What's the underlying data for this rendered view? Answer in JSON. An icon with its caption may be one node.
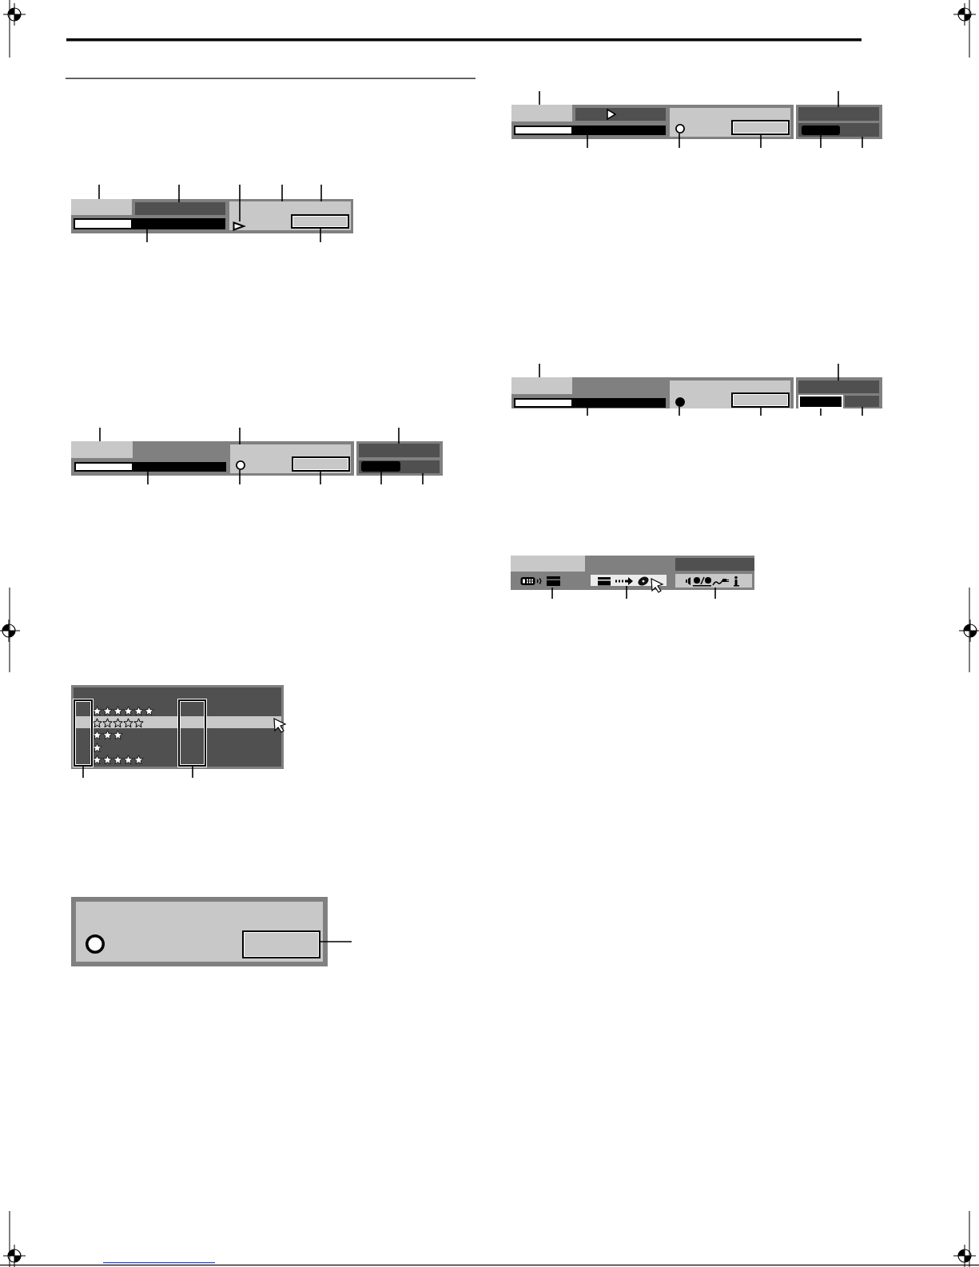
{
  "diagram": {
    "nodes": [
      {
        "text": [],
        "shape": "box"
      },
      {
        "text": [],
        "shape": "box",
        "in": 0
      },
      {
        "text": [],
        "shape": "box",
        "in": 0
      },
      {
        "text": [],
        "shape": "box",
        "in": 0
      },
      {
        "text": [],
        "shape": "triangle",
        "in": 3
      },
      {
        "text": [],
        "shape": "bar",
        "in": 0
      },
      {
        "text": [],
        "shape": "box",
        "in": 3
      },
      {
        "text": [],
        "shape": "box"
      },
      {
        "text": [],
        "shape": "box",
        "in": 7
      },
      {
        "text": [],
        "shape": "box",
        "in": 7
      },
      {
        "text": [],
        "shape": "circle",
        "in": 9
      },
      {
        "text": [],
        "shape": "bar",
        "in": 7
      },
      {
        "text": [],
        "shape": "box",
        "in": 9
      },
      {
        "text": [],
        "shape": "box"
      },
      {
        "text": [],
        "shape": "box",
        "in": 13
      },
      {
        "text": [],
        "shape": "box",
        "in": 13
      },
      {
        "text": [],
        "shape": "box",
        "in": 15
      },
      {
        "text": [],
        "shape": "box"
      },
      {
        "text": [],
        "shape": "box",
        "in": 17
      },
      {
        "text": [],
        "shape": "box",
        "in": 17
      },
      {
        "text": [],
        "shape": "box",
        "in": 17
      },
      {
        "text": [],
        "shape": "circle",
        "in": 20
      },
      {
        "text": [],
        "shape": "bar",
        "in": 17
      },
      {
        "text": [],
        "shape": "box",
        "in": 20
      },
      {
        "text": [],
        "shape": "box"
      },
      {
        "text": [],
        "shape": "box",
        "in": 24
      },
      {
        "text": [],
        "shape": "box",
        "in": 24
      },
      {
        "text": [],
        "shape": "box",
        "in": 26
      },
      {
        "text": [],
        "shape": "box"
      },
      {
        "text": [],
        "shape": "box",
        "in": 28
      },
      {
        "text": [],
        "shape": "box",
        "in": 28
      },
      {
        "text": [],
        "shape": "circle",
        "in": 30
      },
      {
        "text": [],
        "shape": "bar",
        "in": 28
      },
      {
        "text": [],
        "shape": "box",
        "in": 30
      },
      {
        "text": [],
        "shape": "box"
      },
      {
        "text": [],
        "shape": "box",
        "in": 34
      },
      {
        "text": [],
        "shape": "box",
        "in": 34
      },
      {
        "text": [],
        "shape": "box",
        "in": 34
      },
      {
        "text": [],
        "shape": "box"
      },
      {
        "text": [],
        "shape": "box",
        "in": 38
      },
      {
        "text": [],
        "shape": "box",
        "in": 38
      },
      {
        "text": [],
        "shape": "box"
      },
      {
        "text": [],
        "shape": "circle",
        "in": 41
      },
      {
        "text": [],
        "shape": "box",
        "in": 41
      },
      {
        "text": [],
        "shape": "box"
      },
      {
        "text": [],
        "shape": "picture",
        "in": 44
      },
      {
        "text": [],
        "shape": "box",
        "in": 44
      },
      {
        "text": [],
        "shape": "box",
        "in": 44
      },
      {
        "text": [],
        "shape": "box",
        "in": 44
      },
      {
        "text": [],
        "shape": "box",
        "in": 44
      }
    ],
    "edges": [
      {
        "from": null,
        "to": 1,
        "arrow": "none"
      },
      {
        "from": null,
        "to": 2,
        "arrow": "none"
      },
      {
        "from": null,
        "to": 4,
        "arrow": "none"
      },
      {
        "from": null,
        "to": 3,
        "arrow": "none"
      },
      {
        "from": null,
        "to": 3,
        "arrow": "none"
      },
      {
        "from": null,
        "to": 5,
        "arrow": "none"
      },
      {
        "from": null,
        "to": 6,
        "arrow": "none"
      },
      {
        "from": null,
        "to": 8,
        "arrow": "none"
      },
      {
        "from": null,
        "to": 9,
        "arrow": "none"
      },
      {
        "from": null,
        "to": 14,
        "arrow": "none"
      },
      {
        "from": null,
        "to": 11,
        "arrow": "none"
      },
      {
        "from": null,
        "to": 10,
        "arrow": "none"
      },
      {
        "from": null,
        "to": 12,
        "arrow": "none"
      },
      {
        "from": null,
        "to": 16,
        "arrow": "none"
      },
      {
        "from": null,
        "to": 15,
        "arrow": "none"
      },
      {
        "from": null,
        "to": 18,
        "arrow": "none"
      },
      {
        "from": null,
        "to": 25,
        "arrow": "none"
      },
      {
        "from": null,
        "to": 22,
        "arrow": "none"
      },
      {
        "from": null,
        "to": 21,
        "arrow": "none"
      },
      {
        "from": null,
        "to": 23,
        "arrow": "none"
      },
      {
        "from": null,
        "to": 27,
        "arrow": "none"
      },
      {
        "from": null,
        "to": 26,
        "arrow": "none"
      },
      {
        "from": null,
        "to": 29,
        "arrow": "none"
      },
      {
        "from": null,
        "to": 35,
        "arrow": "none"
      },
      {
        "from": null,
        "to": 32,
        "arrow": "none"
      },
      {
        "from": null,
        "to": 31,
        "arrow": "none"
      },
      {
        "from": null,
        "to": 33,
        "arrow": "none"
      },
      {
        "from": null,
        "to": 36,
        "arrow": "none"
      },
      {
        "from": null,
        "to": 37,
        "arrow": "none"
      },
      {
        "from": null,
        "to": 39,
        "arrow": "none"
      },
      {
        "from": null,
        "to": 40,
        "arrow": "none"
      },
      {
        "from": null,
        "to": 43,
        "arrow": "none"
      },
      {
        "from": null,
        "to": 45,
        "arrow": "none"
      },
      {
        "from": null,
        "to": 46,
        "arrow": "none"
      },
      {
        "from": null,
        "to": 47,
        "arrow": "none"
      }
    ]
  }
}
